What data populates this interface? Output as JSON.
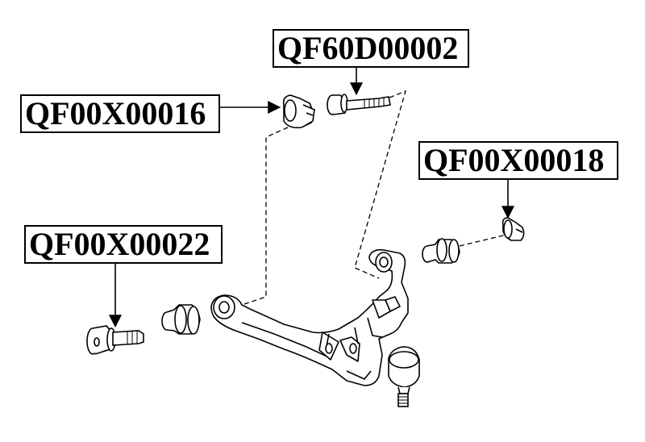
{
  "labels": {
    "top": "QF60D00002",
    "left": "QF00X00016",
    "right": "QF00X00018",
    "bottom": "QF00X00022"
  },
  "colors": {
    "line": "#000000",
    "background": "#ffffff"
  }
}
